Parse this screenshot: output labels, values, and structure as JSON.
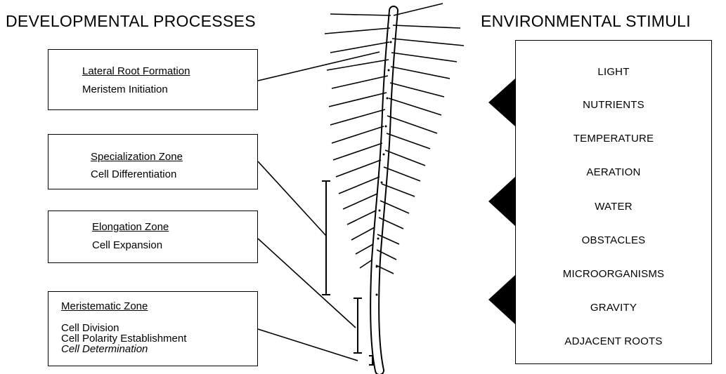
{
  "left_heading": "DEVELOPMENTAL PROCESSES",
  "right_heading": "ENVIRONMENTAL STIMULI",
  "processes": [
    {
      "title": "Lateral Root Formation",
      "lines": [
        "Meristem Initiation"
      ]
    },
    {
      "title": "Specialization Zone",
      "lines": [
        "Cell Differentiation"
      ]
    },
    {
      "title": "Elongation Zone",
      "lines": [
        "Cell Expansion"
      ]
    },
    {
      "title": "Meristematic Zone",
      "lines": [
        "Cell Division",
        "Cell Polarity Establishment",
        "Cell Determination"
      ]
    }
  ],
  "stimuli": [
    "LIGHT",
    "NUTRIENTS",
    "TEMPERATURE",
    "AERATION",
    "WATER",
    "OBSTACLES",
    "MICROORGANISMS",
    "GRAVITY",
    "ADJACENT ROOTS"
  ]
}
